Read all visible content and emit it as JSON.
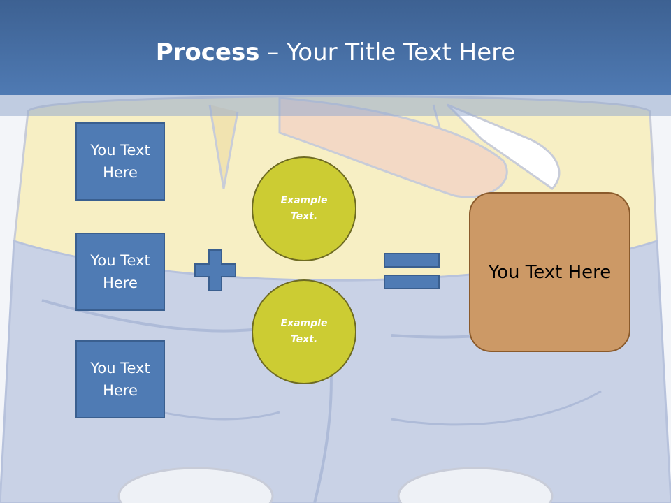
{
  "title": {
    "bold": "Process",
    "rest": " – Your Title Text Here"
  },
  "left_boxes": [
    {
      "label": "You Text Here"
    },
    {
      "label": "You Text Here"
    },
    {
      "label": "You Text Here"
    }
  ],
  "circles": [
    {
      "label": "Example Text."
    },
    {
      "label": "Example Text."
    }
  ],
  "result": {
    "label": "You Text Here"
  },
  "icons": {
    "plus": "plus-icon",
    "equals": "equals-icon"
  },
  "colors": {
    "header": "#4a72a8",
    "box": "#4f7bb4",
    "circle": "#cccc33",
    "result": "#cc9966",
    "operator": "#4f7bb4"
  }
}
